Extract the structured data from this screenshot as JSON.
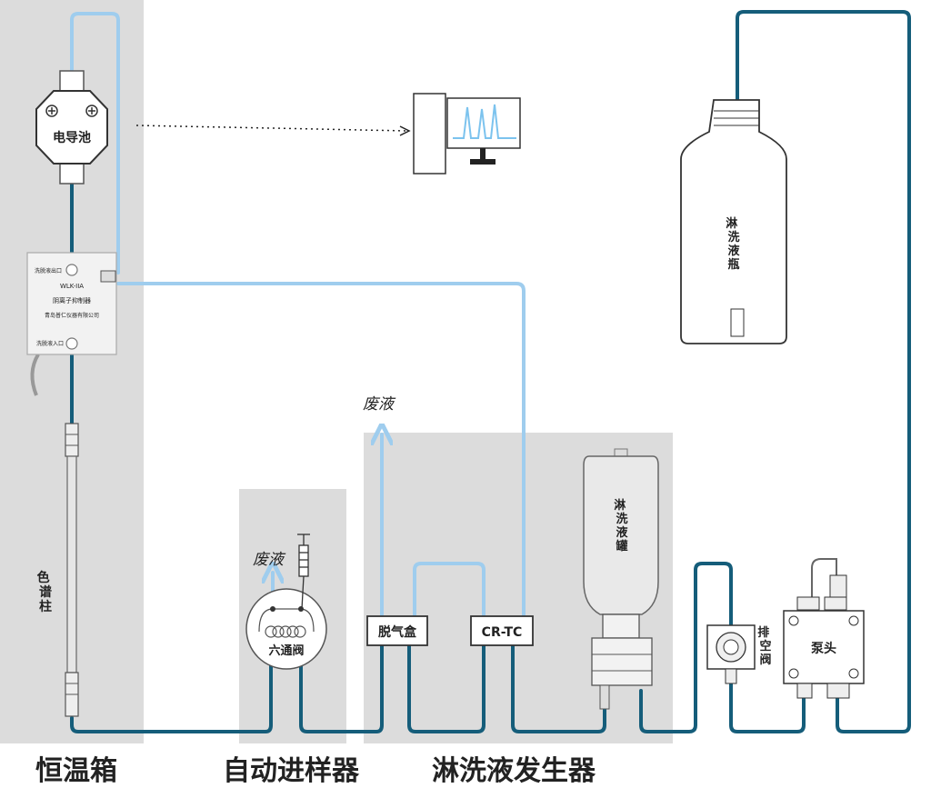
{
  "sections": {
    "oven": "恒温箱",
    "autosampler": "自动进样器",
    "eluent_generator": "淋洗液发生器"
  },
  "components": {
    "conductivity_cell": "电导池",
    "suppressor_line1": "WLK-IIA",
    "suppressor_line2": "阴离子抑制器",
    "suppressor_line3": "青岛普仁仪器有限公司",
    "suppressor_port_out": "洗脱液出口",
    "suppressor_port_in": "洗脱液入口",
    "column": "色谱柱",
    "six_port_valve": "六通阀",
    "degasser": "脱气盒",
    "crtc": "CR-TC",
    "eluent_tank": "淋洗液罐",
    "eluent_bottle": "淋洗液瓶",
    "purge_valve": "排空阀",
    "pump_head": "泵头",
    "waste_autosampler": "废液",
    "waste_degasser": "废液"
  },
  "colors": {
    "dark_line": "#155d7a",
    "light_line": "#9fcdee",
    "section_bg": "#dcdcdc"
  }
}
